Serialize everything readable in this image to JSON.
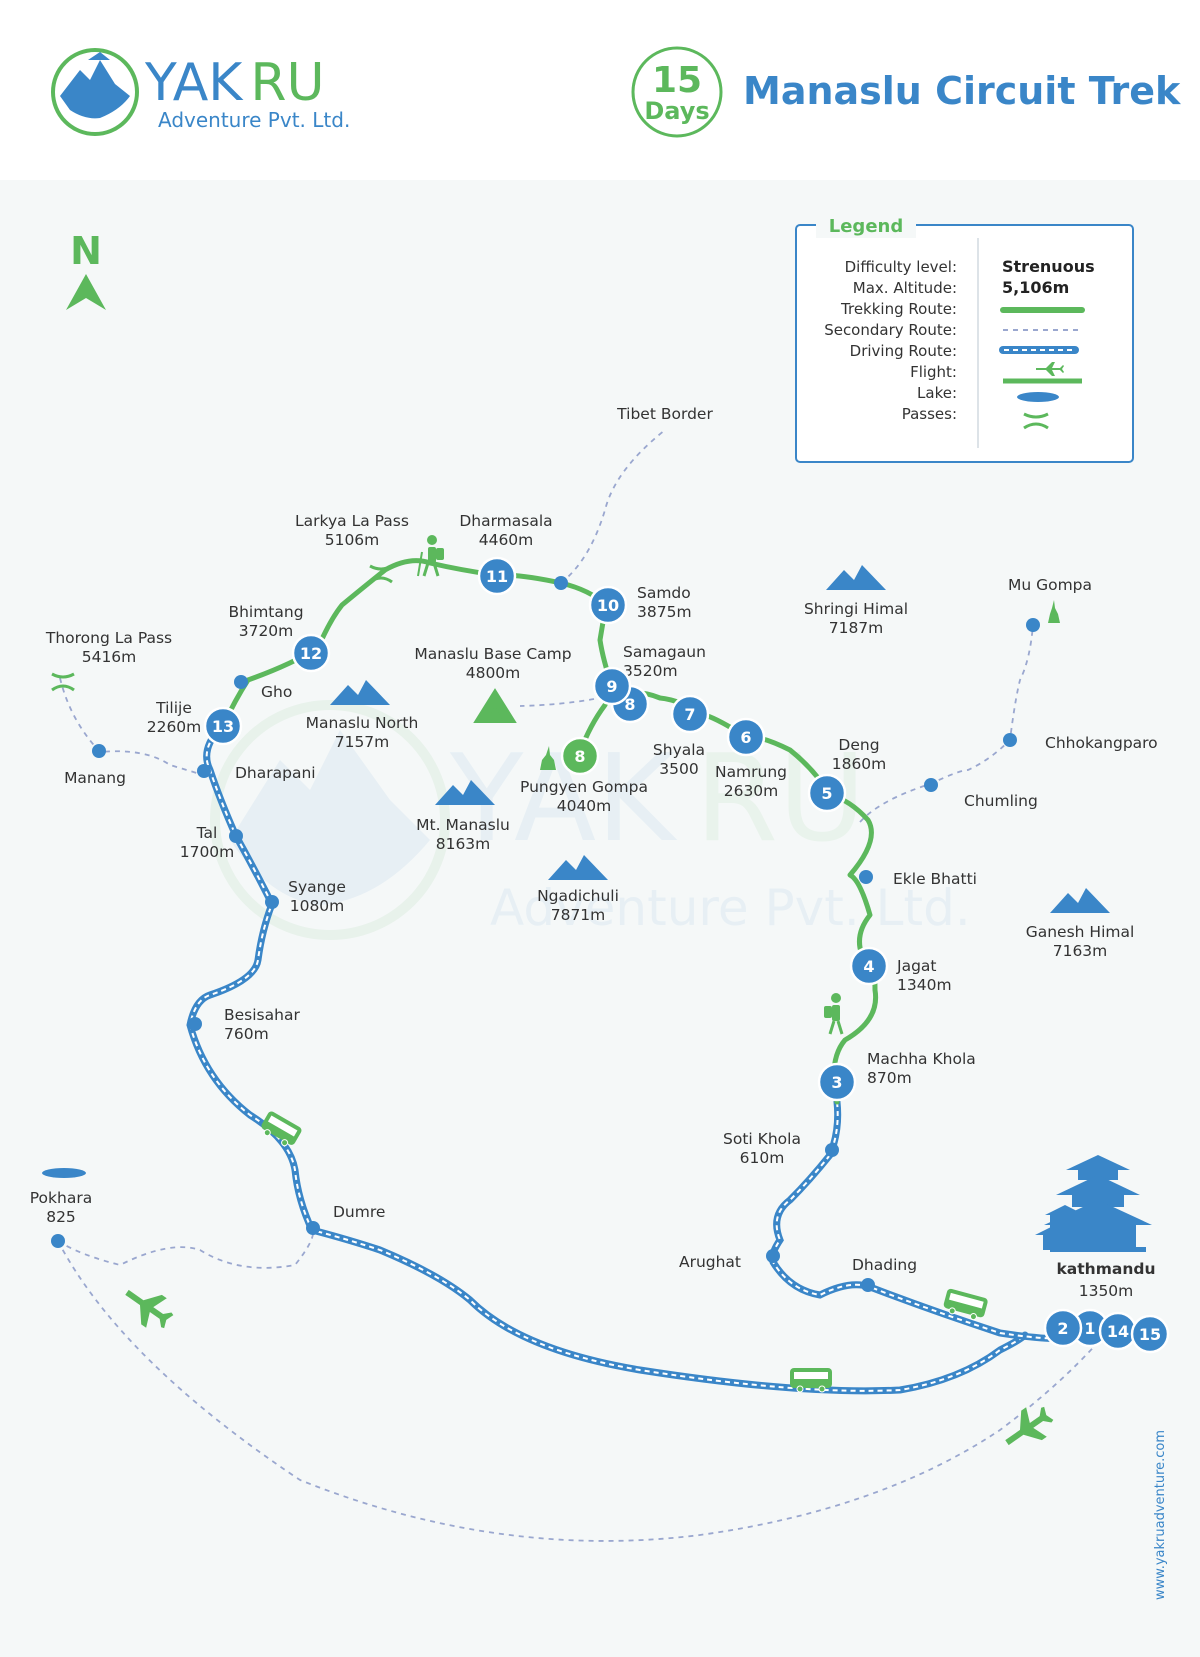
{
  "header": {
    "brand_name_part1": "YAK",
    "brand_name_part2": "RU",
    "brand_sub": "Adventure Pvt. Ltd.",
    "days_number": "15",
    "days_label": "Days",
    "title": "Manaslu Circuit Trek"
  },
  "compass": {
    "letter": "N"
  },
  "legend": {
    "title": "Legend",
    "rows": [
      {
        "key": "Difficulty level:",
        "value": "Strenuous"
      },
      {
        "key": "Max. Altitude:",
        "value": "5,106m"
      },
      {
        "key": "Trekking Route:",
        "value": ""
      },
      {
        "key": "Secondary Route:",
        "value": ""
      },
      {
        "key": "Driving Route:",
        "value": ""
      },
      {
        "key": "Flight:",
        "value": ""
      },
      {
        "key": "Lake:",
        "value": ""
      },
      {
        "key": "Passes:",
        "value": ""
      }
    ]
  },
  "places": [
    {
      "id": "tibet",
      "line1": "Tibet Border",
      "line2": ""
    },
    {
      "id": "larkya",
      "line1": "Larkya La Pass",
      "line2": "5106m"
    },
    {
      "id": "dharmasala",
      "line1": "Dharmasala",
      "line2": "4460m"
    },
    {
      "id": "samdo",
      "line1": "Samdo",
      "line2": "3875m"
    },
    {
      "id": "bhimtang",
      "line1": "Bhimtang",
      "line2": "3720m"
    },
    {
      "id": "thorong",
      "line1": "Thorong La Pass",
      "line2": "5416m"
    },
    {
      "id": "manaslubc",
      "line1": "Manaslu Base Camp",
      "line2": "4800m"
    },
    {
      "id": "samagaun",
      "line1": "Samagaun",
      "line2": "3520m"
    },
    {
      "id": "shringi",
      "line1": "Shringi Himal",
      "line2": "7187m"
    },
    {
      "id": "mugompa",
      "line1": "Mu Gompa",
      "line2": ""
    },
    {
      "id": "gho",
      "line1": "Gho",
      "line2": ""
    },
    {
      "id": "tilije",
      "line1": "Tilije",
      "line2": "2260m"
    },
    {
      "id": "manaslunorth",
      "line1": "Manaslu North",
      "line2": "7157m"
    },
    {
      "id": "manang",
      "line1": "Manang",
      "line2": ""
    },
    {
      "id": "dharapani",
      "line1": "Dharapani",
      "line2": ""
    },
    {
      "id": "shyala",
      "line1": "Shyala",
      "line2": "3500"
    },
    {
      "id": "namrung",
      "line1": "Namrung",
      "line2": "2630m"
    },
    {
      "id": "deng",
      "line1": "Deng",
      "line2": "1860m"
    },
    {
      "id": "chhokangparo",
      "line1": "Chhokangparo",
      "line2": ""
    },
    {
      "id": "pungyen",
      "line1": "Pungyen  Gompa",
      "line2": "4040m"
    },
    {
      "id": "chumling",
      "line1": "Chumling",
      "line2": ""
    },
    {
      "id": "mtmanaslu",
      "line1": "Mt. Manaslu",
      "line2": "8163m"
    },
    {
      "id": "tal",
      "line1": "Tal",
      "line2": "1700m"
    },
    {
      "id": "ekle",
      "line1": "Ekle Bhatti",
      "line2": ""
    },
    {
      "id": "syange",
      "line1": "Syange",
      "line2": "1080m"
    },
    {
      "id": "ngadi",
      "line1": "Ngadichuli",
      "line2": "7871m"
    },
    {
      "id": "ganesh",
      "line1": "Ganesh Himal",
      "line2": "7163m"
    },
    {
      "id": "jagat",
      "line1": "Jagat",
      "line2": "1340m"
    },
    {
      "id": "besisahar",
      "line1": "Besisahar",
      "line2": "760m"
    },
    {
      "id": "machha",
      "line1": "Machha Khola",
      "line2": "870m"
    },
    {
      "id": "soti",
      "line1": "Soti Khola",
      "line2": "610m"
    },
    {
      "id": "pokhara",
      "line1": "Pokhara",
      "line2": "825"
    },
    {
      "id": "dumre",
      "line1": "Dumre",
      "line2": ""
    },
    {
      "id": "arughat",
      "line1": "Arughat",
      "line2": ""
    },
    {
      "id": "dhading",
      "line1": "Dhading",
      "line2": ""
    },
    {
      "id": "kathmandu",
      "line1": "kathmandu",
      "line2": "1350m"
    }
  ],
  "day_markers": [
    {
      "id": "d1",
      "label": "1",
      "color": "#3a86c8"
    },
    {
      "id": "d2",
      "label": "2",
      "color": "#3a86c8"
    },
    {
      "id": "d3",
      "label": "3",
      "color": "#3a86c8"
    },
    {
      "id": "d4",
      "label": "4",
      "color": "#3a86c8"
    },
    {
      "id": "d5",
      "label": "5",
      "color": "#3a86c8"
    },
    {
      "id": "d6",
      "label": "6",
      "color": "#3a86c8"
    },
    {
      "id": "d7",
      "label": "7",
      "color": "#3a86c8"
    },
    {
      "id": "d8",
      "label": "8",
      "color": "#3a86c8"
    },
    {
      "id": "d8b",
      "label": "8",
      "color": "#5cb85c"
    },
    {
      "id": "d9",
      "label": "9",
      "color": "#3a86c8"
    },
    {
      "id": "d10",
      "label": "10",
      "color": "#3a86c8"
    },
    {
      "id": "d11",
      "label": "11",
      "color": "#3a86c8"
    },
    {
      "id": "d12",
      "label": "12",
      "color": "#3a86c8"
    },
    {
      "id": "d13",
      "label": "13",
      "color": "#3a86c8"
    },
    {
      "id": "d14",
      "label": "14",
      "color": "#3a86c8"
    },
    {
      "id": "d15",
      "label": "15",
      "color": "#3a86c8"
    }
  ],
  "website": "www.yakruadventure.com",
  "watermark": {
    "part1": "YAK",
    "part2": "RU",
    "sub": "Adventure Pvt. Ltd."
  },
  "colors": {
    "trek": "#5cb85c",
    "drive": "#3a86c8",
    "secondary": "#9aa7cf",
    "background": "#f5f8f8"
  }
}
